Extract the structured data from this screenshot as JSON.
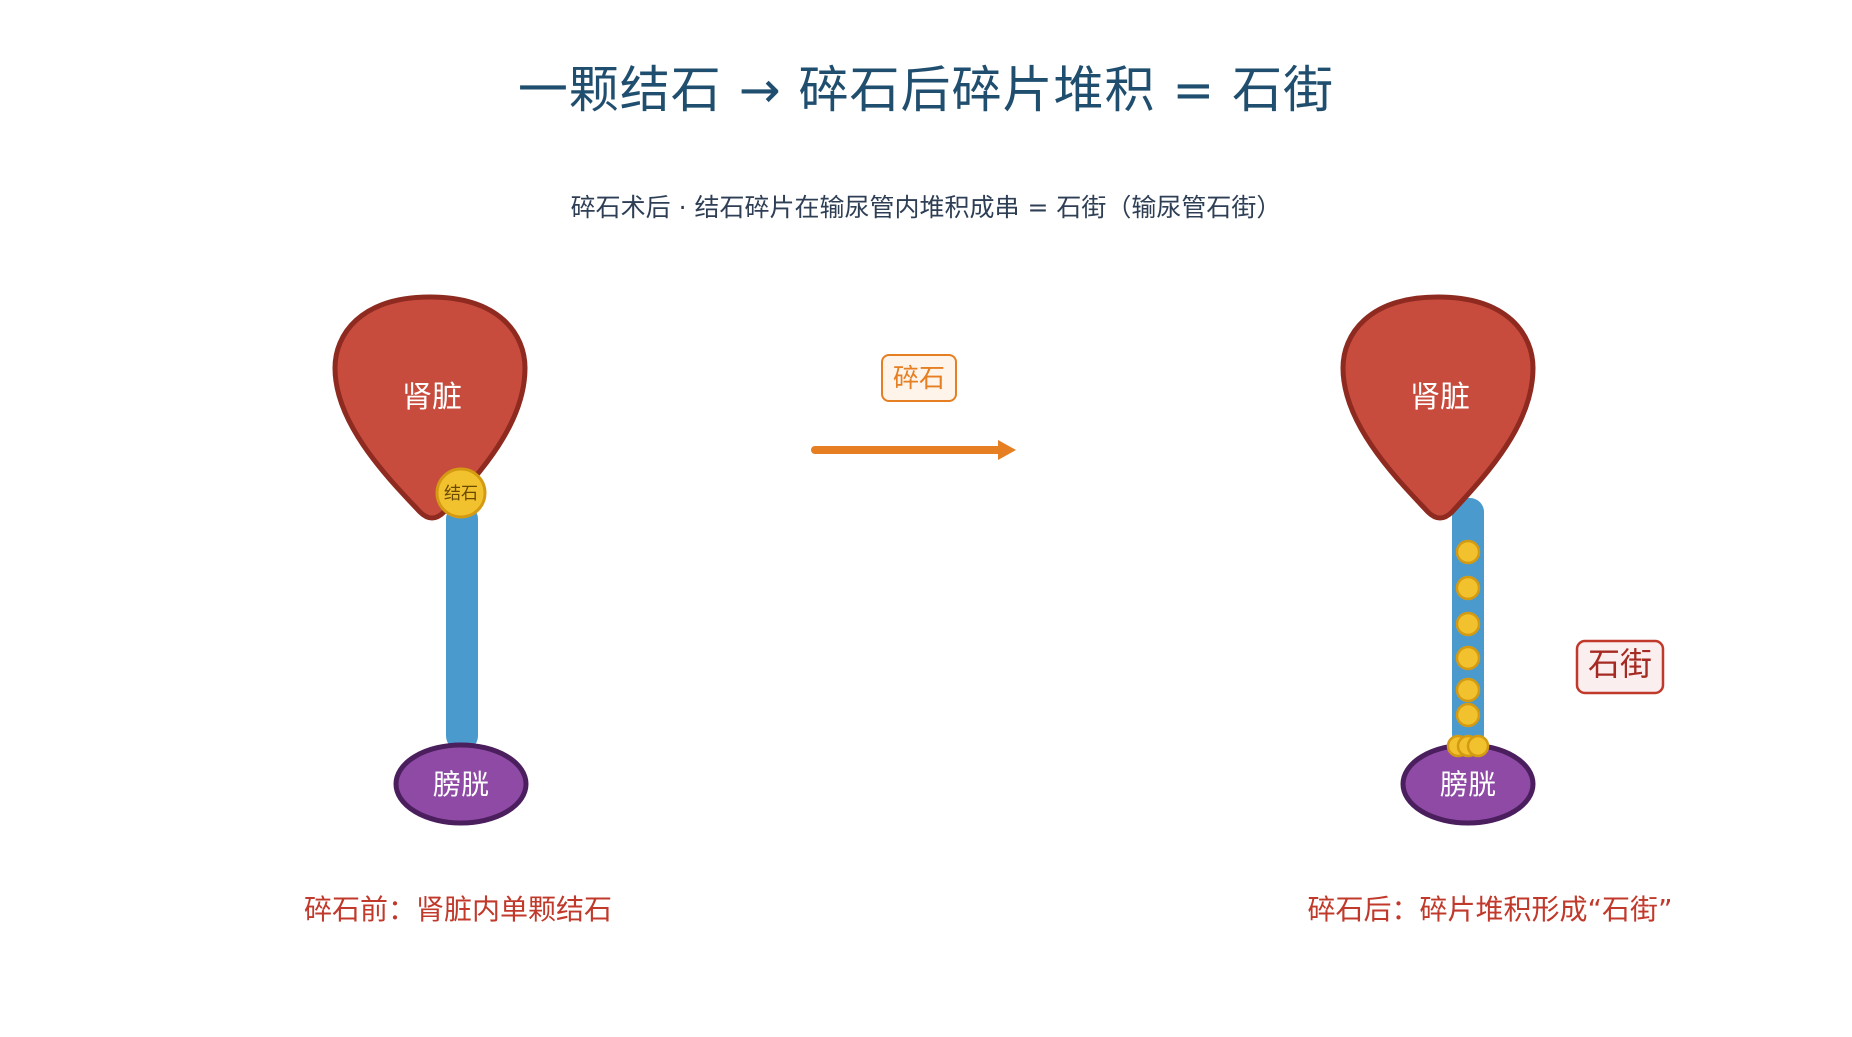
{
  "title": "一颗结石 → 碎石后碎片堆积 = 石街",
  "subtitle": "碎石术后 · 结石碎片在输尿管内堆积成串 = 石街（输尿管石街）",
  "before": {
    "kidney_label": "肾脏",
    "stone_label": "结石",
    "bladder_label": "膀胱",
    "caption": "碎石前：肾脏内单颗结石"
  },
  "transition": {
    "label": "碎石"
  },
  "after": {
    "kidney_label": "肾脏",
    "bladder_label": "膀胱",
    "street_label": "石街",
    "caption": "碎石后：碎片堆积形成“石街”",
    "fragment_count": 9
  },
  "colors": {
    "kidney_fill": "#c84c3e",
    "kidney_stroke": "#8e2a1f",
    "ureter": "#4a9acd",
    "bladder_fill": "#8e4aa5",
    "bladder_stroke": "#4b1f5e",
    "stone_fill": "#f2c12e",
    "stone_stroke": "#d49a12",
    "arrow": "#e67e22",
    "title": "#1f4e6e",
    "caption": "#c0392b"
  }
}
